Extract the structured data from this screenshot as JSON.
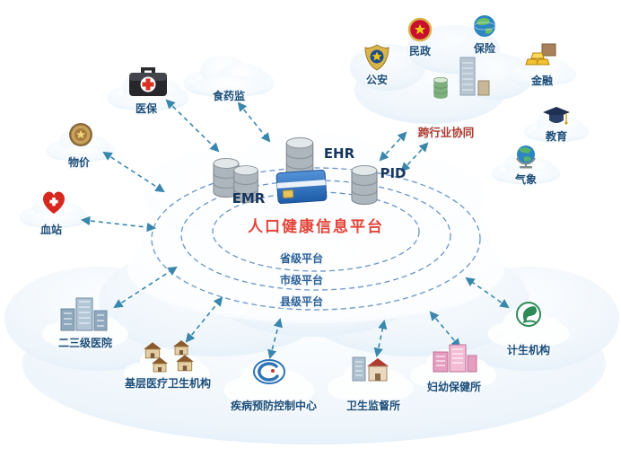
{
  "diagram": {
    "title": "人口健康信息平台",
    "colors": {
      "title_red": "#e2453a",
      "label_navy": "#1d4e79",
      "arrow_teal": "#3a87ad",
      "ring_blue": "#6a93c8",
      "cloud_blue": "#ddeaf6",
      "card_blue": "#2a6bbb"
    },
    "center": {
      "emr_label": "EMR",
      "ehr_label": "EHR",
      "pid_label": "PID",
      "rings": [
        "省级平台",
        "市级平台",
        "县级平台"
      ]
    },
    "cross_industry_label": "跨行业协同",
    "satellites": [
      {
        "id": "food-drug-admin",
        "icon": "cloud-icon",
        "label": "食药监"
      },
      {
        "id": "medical-insurance",
        "icon": "first-aid-case-icon",
        "label": "医保"
      },
      {
        "id": "pricing-bureau",
        "icon": "bronze-emblem-icon",
        "label": "物价"
      },
      {
        "id": "blood-station",
        "icon": "blood-heart-icon",
        "label": "血站"
      },
      {
        "id": "public-security",
        "icon": "police-badge-icon",
        "label": "公安"
      },
      {
        "id": "civil-affairs",
        "icon": "national-emblem-icon",
        "label": "民政"
      },
      {
        "id": "insurance",
        "icon": "globe-icon",
        "label": "保险"
      },
      {
        "id": "finance",
        "icon": "gold-bars-icon",
        "label": "金融"
      },
      {
        "id": "education",
        "icon": "mortarboard-icon",
        "label": "教育"
      },
      {
        "id": "meteorology",
        "icon": "earth-globe-icon",
        "label": "气象"
      },
      {
        "id": "tier-hospitals",
        "icon": "hospital-buildings-icon",
        "label": "二三级医院"
      },
      {
        "id": "primary-care-orgs",
        "icon": "village-houses-icon",
        "label": "基层医疗卫生机构"
      },
      {
        "id": "cdc-center",
        "icon": "cdc-logo-icon",
        "label": "疾病预防控制中心"
      },
      {
        "id": "health-supervision",
        "icon": "office-buildings-icon",
        "label": "卫生监督所"
      },
      {
        "id": "maternal-child-care",
        "icon": "pink-buildings-icon",
        "label": "妇幼保健所"
      },
      {
        "id": "family-planning",
        "icon": "green-logo-icon",
        "label": "计生机构"
      }
    ]
  }
}
